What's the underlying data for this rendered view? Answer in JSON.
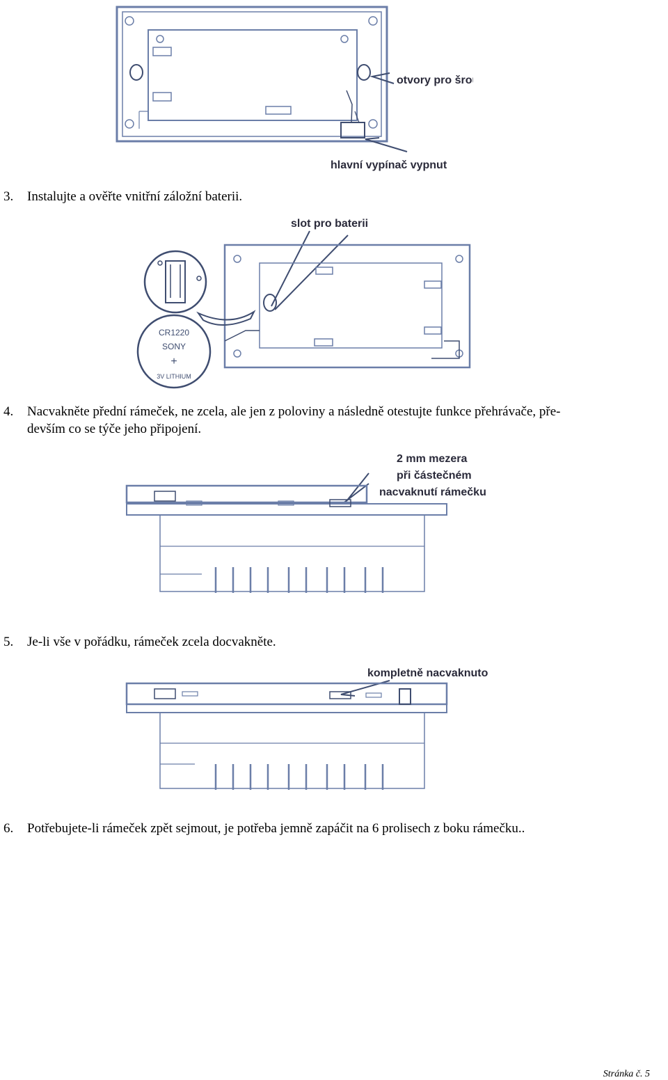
{
  "figure1": {
    "label_screws": "otvory pro šroubky",
    "label_switch": "hlavní vypínač vypnut"
  },
  "step3": {
    "number": "3.",
    "text": "Instalujte a ověřte vnitřní záložní baterii."
  },
  "figure2": {
    "label_slot": "slot pro baterii",
    "battery_line1": "CR1220",
    "battery_line2": "SONY",
    "battery_line3": "+",
    "battery_line4": "3V LITHIUM"
  },
  "step4": {
    "number": "4.",
    "text_line1": "Nacvakněte přední rámeček, ne zcela, ale jen z poloviny a následně otestujte funkce přehrávače, pře-",
    "text_line2": "devším co se týče jeho připojení."
  },
  "figure3": {
    "label_line1": "2 mm mezera",
    "label_line2": "při částečném",
    "label_line3": "nacvaknutí rámečku"
  },
  "step5": {
    "number": "5.",
    "text": "Je-li vše v pořádku, rámeček zcela docvakněte."
  },
  "figure4": {
    "label": "kompletně nacvaknuto"
  },
  "step6": {
    "number": "6.",
    "text": "Potřebujete-li rámeček zpět sejmout, je potřeba jemně zapáčit na 6 prolisech z boku rámečku.."
  },
  "footer": {
    "page_label": "Stránka č. 5"
  }
}
